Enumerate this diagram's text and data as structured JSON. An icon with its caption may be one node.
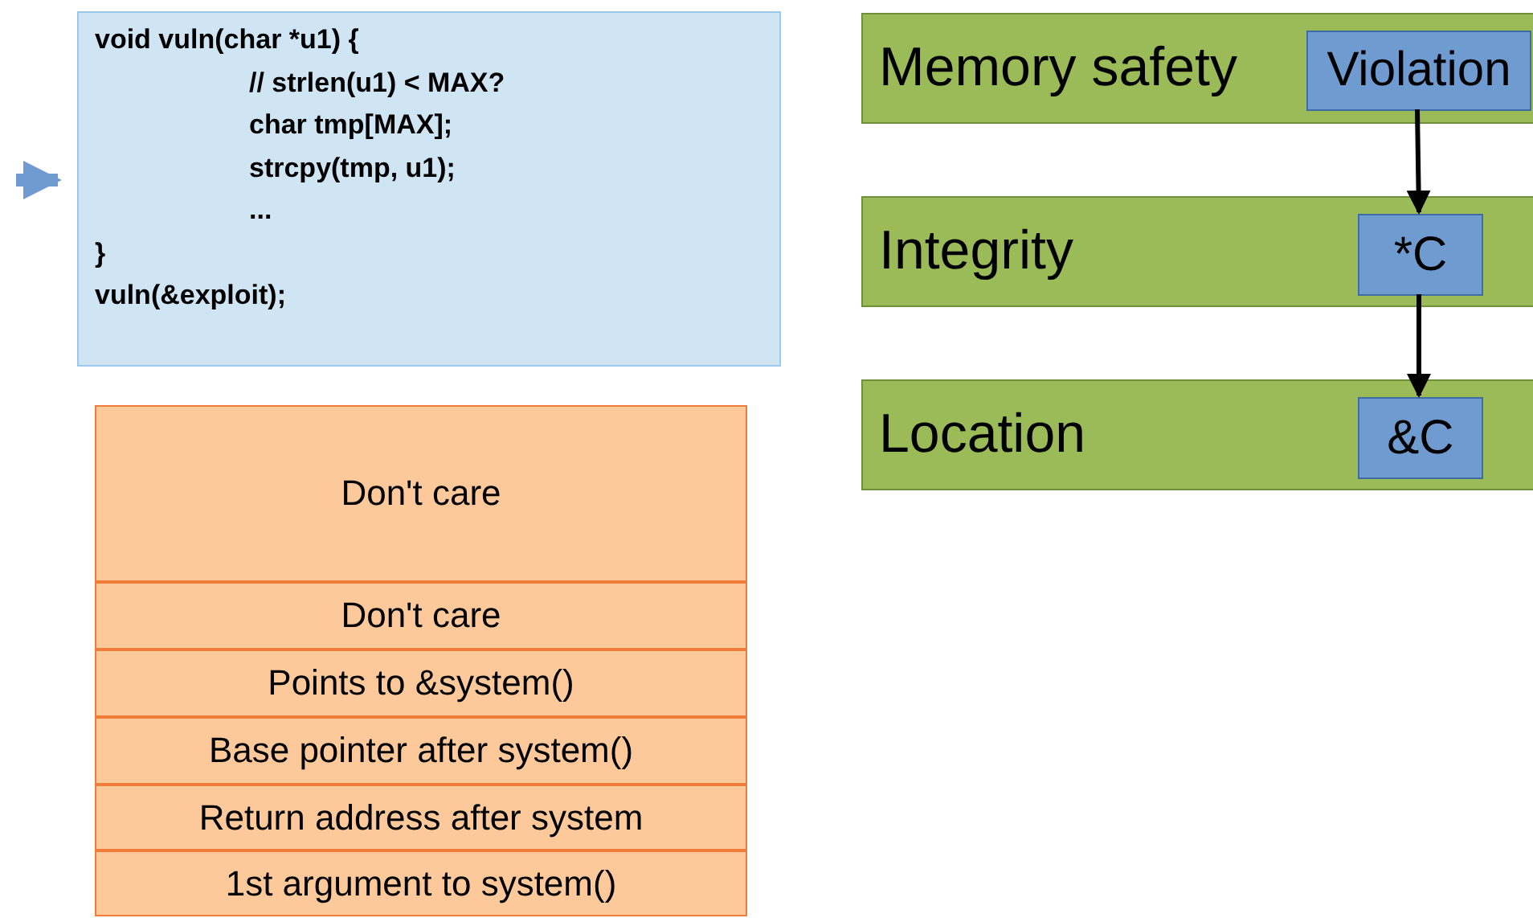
{
  "diagram": {
    "nodes": [
      {
        "text": [
          "void vuln(char *u1) {",
          "// strlen(u1) < MAX?",
          "char tmp[MAX];",
          "strcpy(tmp, u1);",
          "...",
          "}",
          "vuln(&exploit);"
        ]
      },
      {
        "text": [
          "Don't care"
        ]
      },
      {
        "text": [
          "Don't care"
        ]
      },
      {
        "text": [
          "Points to &system()"
        ]
      },
      {
        "text": [
          "Base pointer after system()"
        ]
      },
      {
        "text": [
          "Return address after system"
        ]
      },
      {
        "text": [
          "1st argument to system()"
        ]
      },
      {
        "text": [
          "Memory safety"
        ]
      },
      {
        "text": [
          "Violation"
        ],
        "in": 7
      },
      {
        "text": [
          "Integrity"
        ]
      },
      {
        "text": [
          "*C"
        ],
        "in": 9
      },
      {
        "text": [
          "Location"
        ]
      },
      {
        "text": [
          "&C"
        ],
        "in": 11
      }
    ],
    "edges": [
      {
        "from": null,
        "to": 0,
        "arrow": "to",
        "style": "thick",
        "color": "#6f9bd0"
      },
      {
        "from": 8,
        "to": 10,
        "arrow": "to"
      },
      {
        "from": 10,
        "to": 12,
        "arrow": "to"
      }
    ]
  }
}
